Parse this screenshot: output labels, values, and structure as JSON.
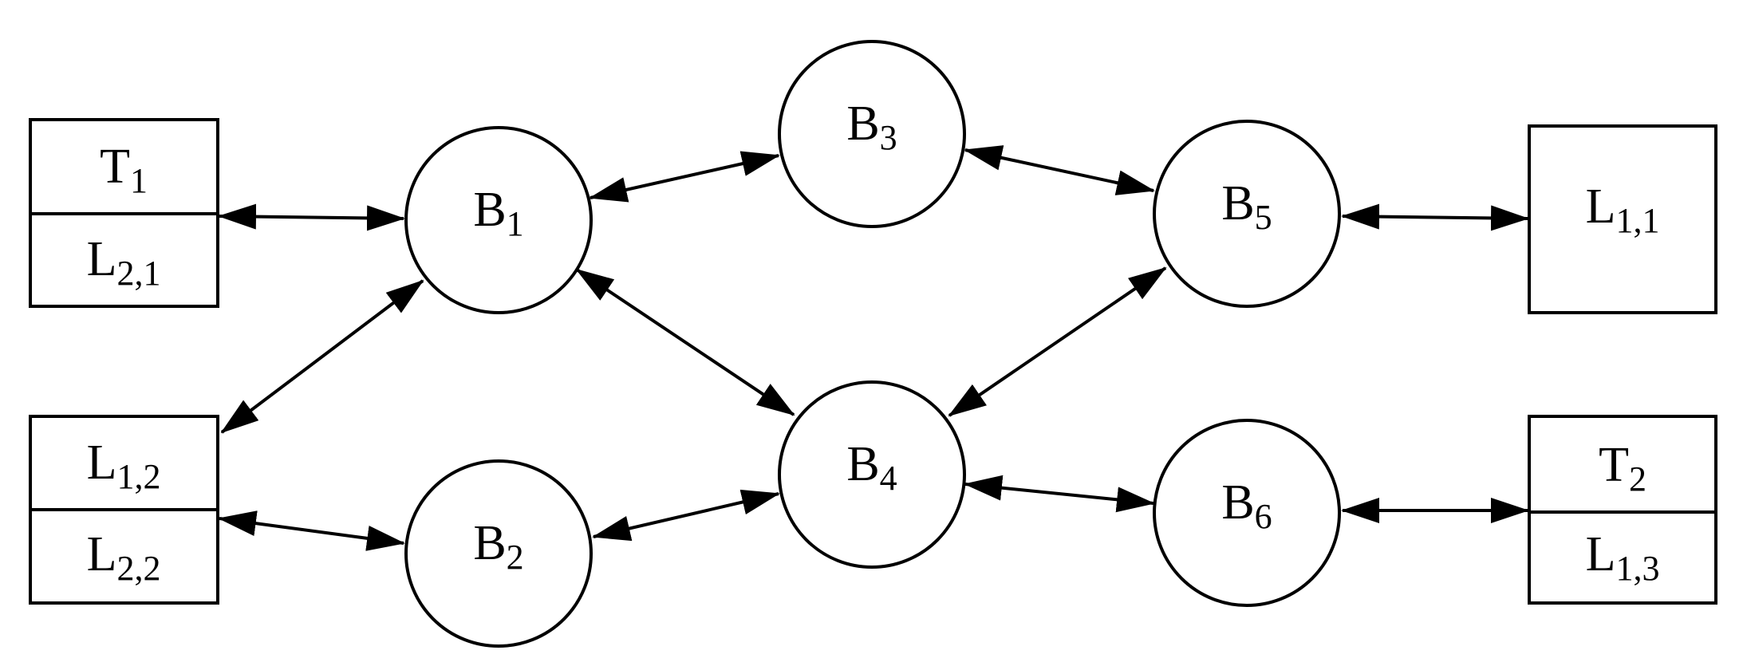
{
  "nodes": [
    {
      "id": "T1-L21",
      "kind": "split-box",
      "top": {
        "base": "T",
        "sub": "1"
      },
      "bottom": {
        "base": "L",
        "sub": "2,1"
      }
    },
    {
      "id": "L12-L22",
      "kind": "split-box",
      "top": {
        "base": "L",
        "sub": "1,2"
      },
      "bottom": {
        "base": "L",
        "sub": "2,2"
      }
    },
    {
      "id": "B1",
      "kind": "circle",
      "label": {
        "base": "B",
        "sub": "1"
      }
    },
    {
      "id": "B2",
      "kind": "circle",
      "label": {
        "base": "B",
        "sub": "2"
      }
    },
    {
      "id": "B3",
      "kind": "circle",
      "label": {
        "base": "B",
        "sub": "3"
      }
    },
    {
      "id": "B4",
      "kind": "circle",
      "label": {
        "base": "B",
        "sub": "4"
      }
    },
    {
      "id": "B5",
      "kind": "circle",
      "label": {
        "base": "B",
        "sub": "5"
      }
    },
    {
      "id": "B6",
      "kind": "circle",
      "label": {
        "base": "B",
        "sub": "6"
      }
    },
    {
      "id": "L11",
      "kind": "box",
      "label": {
        "base": "L",
        "sub": "1,1"
      }
    },
    {
      "id": "T2-L13",
      "kind": "split-box",
      "top": {
        "base": "T",
        "sub": "2"
      },
      "bottom": {
        "base": "L",
        "sub": "1,3"
      }
    }
  ],
  "edges": [
    {
      "from": "T1-L21",
      "to": "B1",
      "direction": "both"
    },
    {
      "from": "L12-L22",
      "to": "B1",
      "direction": "both"
    },
    {
      "from": "L12-L22",
      "to": "B2",
      "direction": "both"
    },
    {
      "from": "B1",
      "to": "B3",
      "direction": "both"
    },
    {
      "from": "B1",
      "to": "B4",
      "direction": "both"
    },
    {
      "from": "B2",
      "to": "B4",
      "direction": "both"
    },
    {
      "from": "B3",
      "to": "B5",
      "direction": "both"
    },
    {
      "from": "B4",
      "to": "B5",
      "direction": "both"
    },
    {
      "from": "B4",
      "to": "B6",
      "direction": "both"
    },
    {
      "from": "B5",
      "to": "L11",
      "direction": "both"
    },
    {
      "from": "B6",
      "to": "T2-L13",
      "direction": "both"
    }
  ],
  "colors": {
    "stroke": "#000000",
    "fill": "#ffffff"
  }
}
